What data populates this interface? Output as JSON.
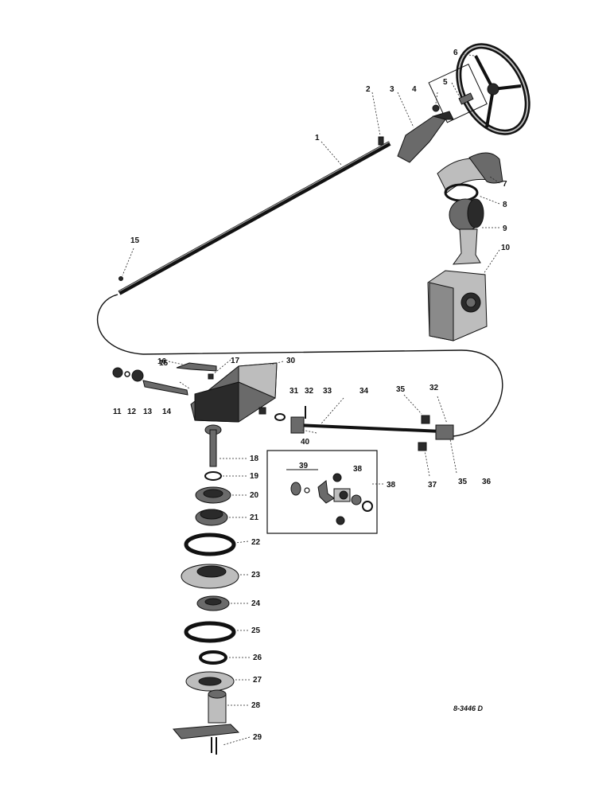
{
  "diagram": {
    "drawing_code": "8-3446 D",
    "callouts": [
      "1",
      "2",
      "3",
      "4",
      "5",
      "6",
      "7",
      "8",
      "9",
      "10",
      "11",
      "12",
      "13",
      "14",
      "15",
      "15",
      "16",
      "17",
      "18",
      "19",
      "20",
      "21",
      "22",
      "23",
      "24",
      "25",
      "26",
      "27",
      "28",
      "29",
      "30",
      "31",
      "32",
      "33",
      "32",
      "34",
      "35",
      "35",
      "36",
      "37",
      "38",
      "39",
      "40"
    ],
    "ink_color": "#111111",
    "paper_color": "#ffffff"
  }
}
